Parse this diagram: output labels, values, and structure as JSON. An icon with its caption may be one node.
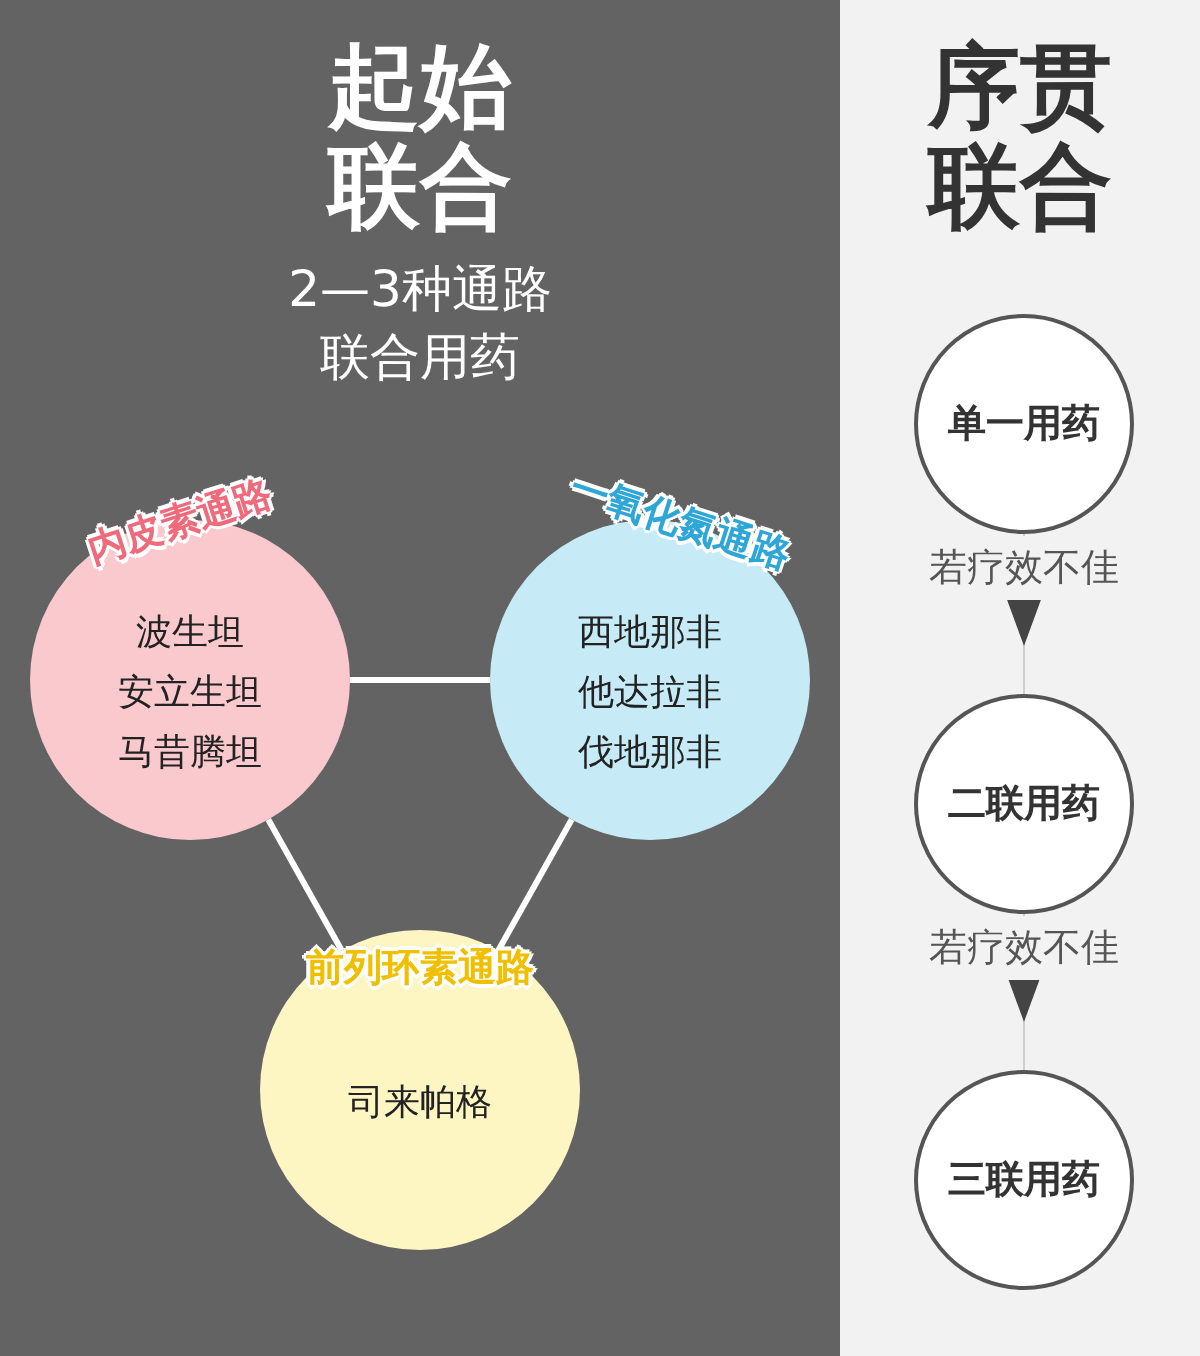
{
  "diagram": {
    "nodes": [
      {
        "text": [
          "起始联合",
          "2—3种通路联合用药"
        ]
      },
      {
        "text": [
          "内皮素通路",
          "波生坦",
          "安立生坦",
          "马昔腾坦"
        ],
        "in": 0
      },
      {
        "text": [
          "一氧化氮通路",
          "西地那非",
          "他达拉非",
          "伐地那非"
        ],
        "in": 0
      },
      {
        "text": [
          "前列环素通路",
          "司来帕格"
        ],
        "in": 0
      },
      {
        "text": [
          "序贯联合"
        ]
      },
      {
        "text": [
          "单一用药"
        ],
        "in": 4
      },
      {
        "text": [
          "二联用药"
        ],
        "in": 4
      },
      {
        "text": [
          "三联用药"
        ],
        "in": 4
      }
    ],
    "edges": [
      {
        "from": 1,
        "to": 2,
        "arrow": "none"
      },
      {
        "from": 1,
        "to": 3,
        "arrow": "none"
      },
      {
        "from": 2,
        "to": 3,
        "arrow": "none"
      },
      {
        "from": 5,
        "to": 6,
        "arrow": "to",
        "label": "若疗效不佳"
      },
      {
        "from": 6,
        "to": 7,
        "arrow": "to",
        "label": "若疗效不佳"
      }
    ]
  }
}
